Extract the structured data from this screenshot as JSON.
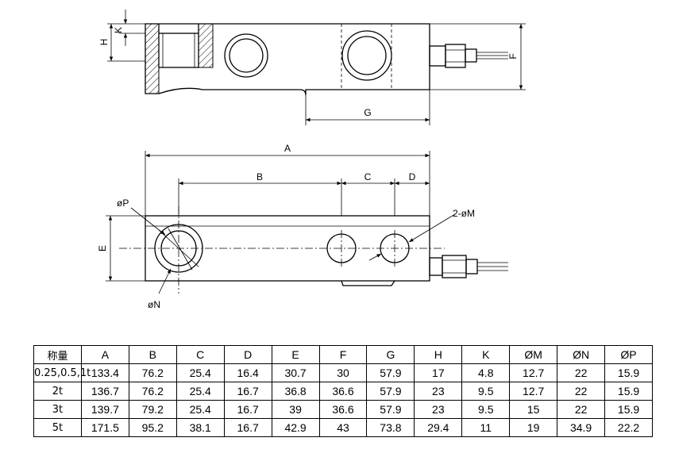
{
  "dimension_labels": {
    "H": "H",
    "K": "K",
    "F": "F",
    "G": "G",
    "A": "A",
    "B": "B",
    "C": "C",
    "D": "D",
    "E": "E",
    "P": "øP",
    "N": "øN",
    "M": "2-øM"
  },
  "table": {
    "headers": [
      "称量",
      "A",
      "B",
      "C",
      "D",
      "E",
      "F",
      "G",
      "H",
      "K",
      "ØM",
      "ØN",
      "ØP"
    ],
    "rows": [
      [
        "0.25,0.5,1t",
        "133.4",
        "76.2",
        "25.4",
        "16.4",
        "30.7",
        "30",
        "57.9",
        "17",
        "4.8",
        "12.7",
        "22",
        "15.9"
      ],
      [
        "2t",
        "136.7",
        "76.2",
        "25.4",
        "16.7",
        "36.8",
        "36.6",
        "57.9",
        "23",
        "9.5",
        "12.7",
        "22",
        "15.9"
      ],
      [
        "3t",
        "139.7",
        "79.2",
        "25.4",
        "16.7",
        "39",
        "36.6",
        "57.9",
        "23",
        "9.5",
        "15",
        "22",
        "15.9"
      ],
      [
        "5t",
        "171.5",
        "95.2",
        "38.1",
        "16.7",
        "42.9",
        "43",
        "73.8",
        "29.4",
        "11",
        "19",
        "34.9",
        "22.2"
      ]
    ]
  }
}
